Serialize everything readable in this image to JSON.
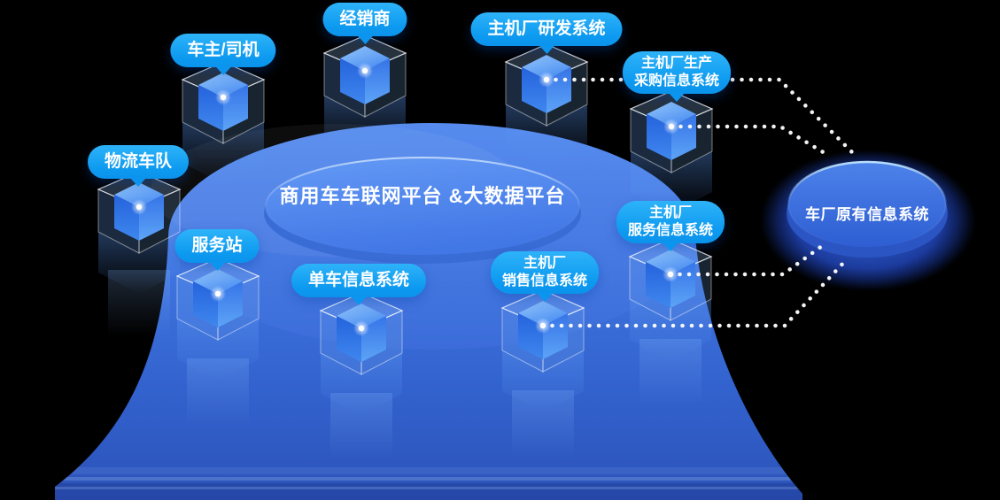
{
  "platform": {
    "title_line1": "商用车车联网平台",
    "title_line2": "&大数据平台"
  },
  "external_system": {
    "label": "车厂原有信息系统"
  },
  "nodes": [
    {
      "id": "owner-driver",
      "label": "车主/司机"
    },
    {
      "id": "dealer",
      "label": "经销商"
    },
    {
      "id": "oem-rd-system",
      "label": "主机厂研发系统"
    },
    {
      "id": "oem-production",
      "line1": "主机厂生产",
      "line2": "采购信息系统"
    },
    {
      "id": "logistics-fleet",
      "label": "物流车队"
    },
    {
      "id": "service-station",
      "label": "服务站"
    },
    {
      "id": "vehicle-info-system",
      "label": "单车信息系统"
    },
    {
      "id": "oem-sales",
      "line1": "主机厂",
      "line2": "销售信息系统"
    },
    {
      "id": "oem-service",
      "line1": "主机厂",
      "line2": "服务信息系统"
    }
  ],
  "connections": [
    {
      "from": "主机厂研发系统",
      "to": "车厂原有信息系统"
    },
    {
      "from": "主机厂生产采购信息系统",
      "to": "车厂原有信息系统"
    },
    {
      "from": "主机厂服务信息系统",
      "to": "车厂原有信息系统"
    },
    {
      "from": "主机厂销售信息系统",
      "to": "车厂原有信息系统"
    }
  ],
  "colors": {
    "pill_blue": "#0D9AF0",
    "pill_blue_light": "#2EB3F9",
    "platform_blue": "#3B6CD9",
    "skirt_blue": "#3566D2",
    "deep_blue": "#1C3B9D",
    "cube_blue": "#418CF0",
    "connector_white": "#FFFFFF",
    "text_white": "#FFFFFF"
  }
}
